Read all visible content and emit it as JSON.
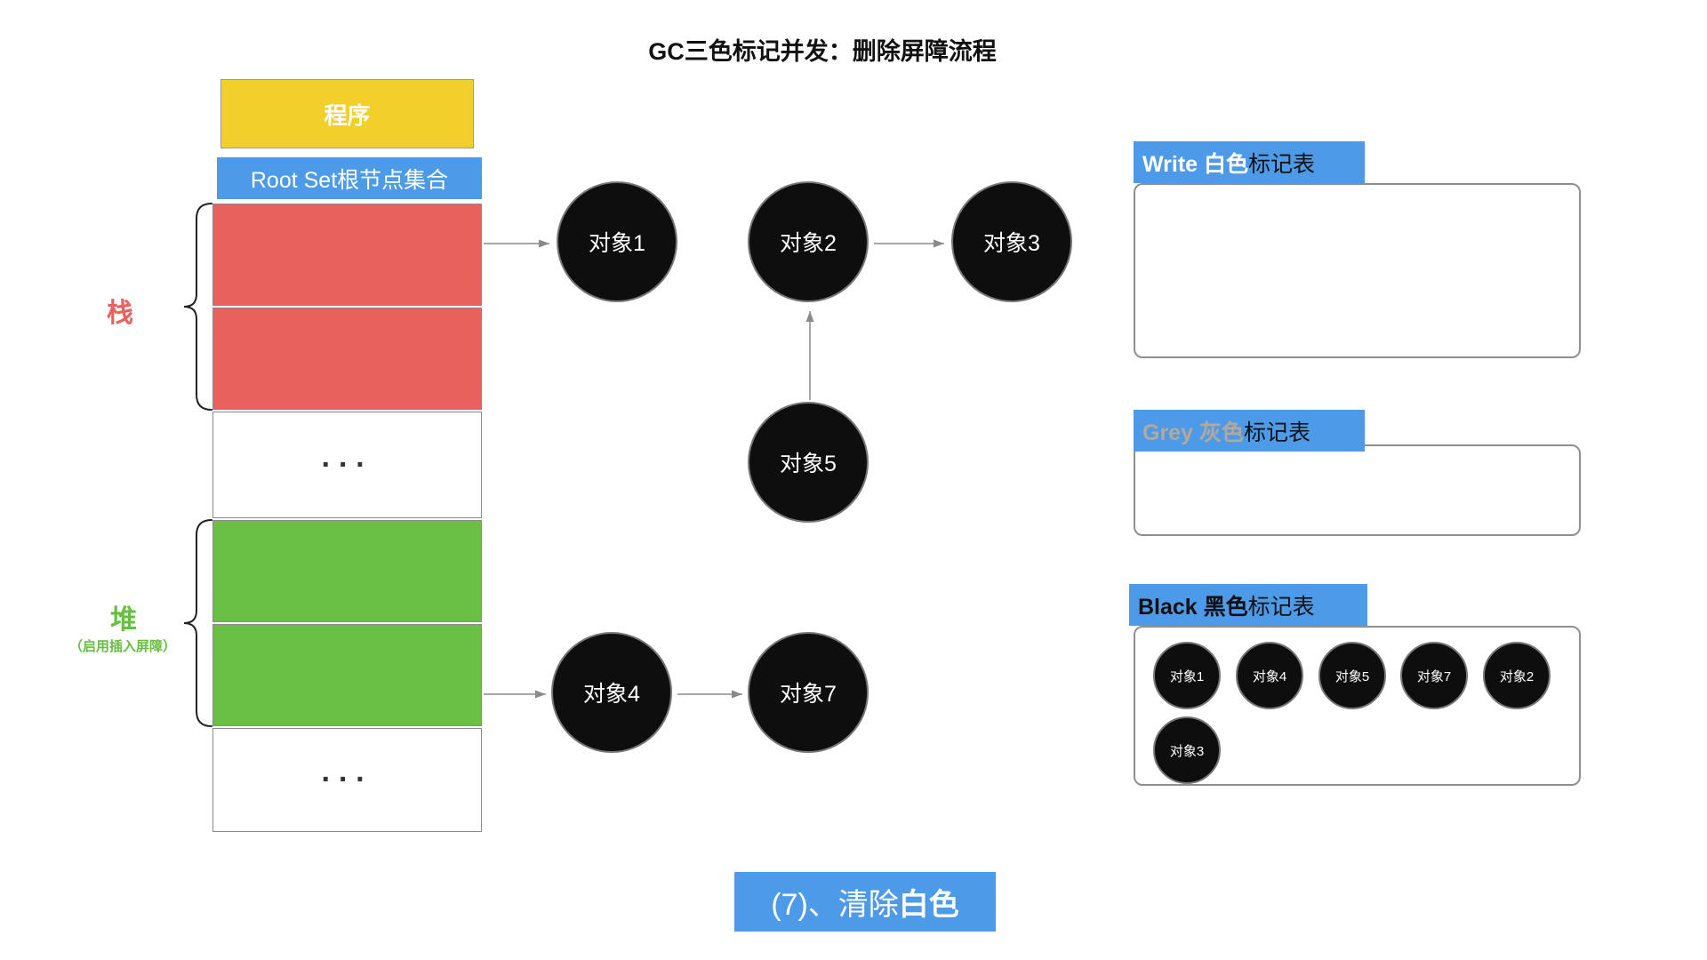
{
  "title": "GC三色标记并发：删除屏障流程",
  "memory": {
    "program": "程序",
    "root_set": "Root Set根节点集合",
    "stack_label": "栈",
    "heap_label": "堆",
    "heap_note": "（启用插入屏障）",
    "ellipsis": "···"
  },
  "nodes": {
    "obj1": "对象1",
    "obj2": "对象2",
    "obj3": "对象3",
    "obj4": "对象4",
    "obj5": "对象5",
    "obj7": "对象7"
  },
  "tables": {
    "white": {
      "label_colored": "Write 白色",
      "label_suffix": "标记表",
      "items": []
    },
    "grey": {
      "label_colored": "Grey 灰色",
      "label_suffix": "标记表",
      "items": []
    },
    "black": {
      "label_colored": "Black 黑色",
      "label_suffix": "标记表",
      "items": [
        "对象1",
        "对象4",
        "对象5",
        "对象7",
        "对象2",
        "对象3"
      ]
    }
  },
  "step": {
    "prefix": "(7)、清除",
    "highlight": "白色"
  },
  "colors": {
    "accent_blue": "#4d9be8",
    "program_yellow": "#f2cf2b",
    "stack_red": "#e8615c",
    "heap_green": "#69c045",
    "node_black": "#0e0e0e",
    "grey_label": "#b3a89a"
  }
}
